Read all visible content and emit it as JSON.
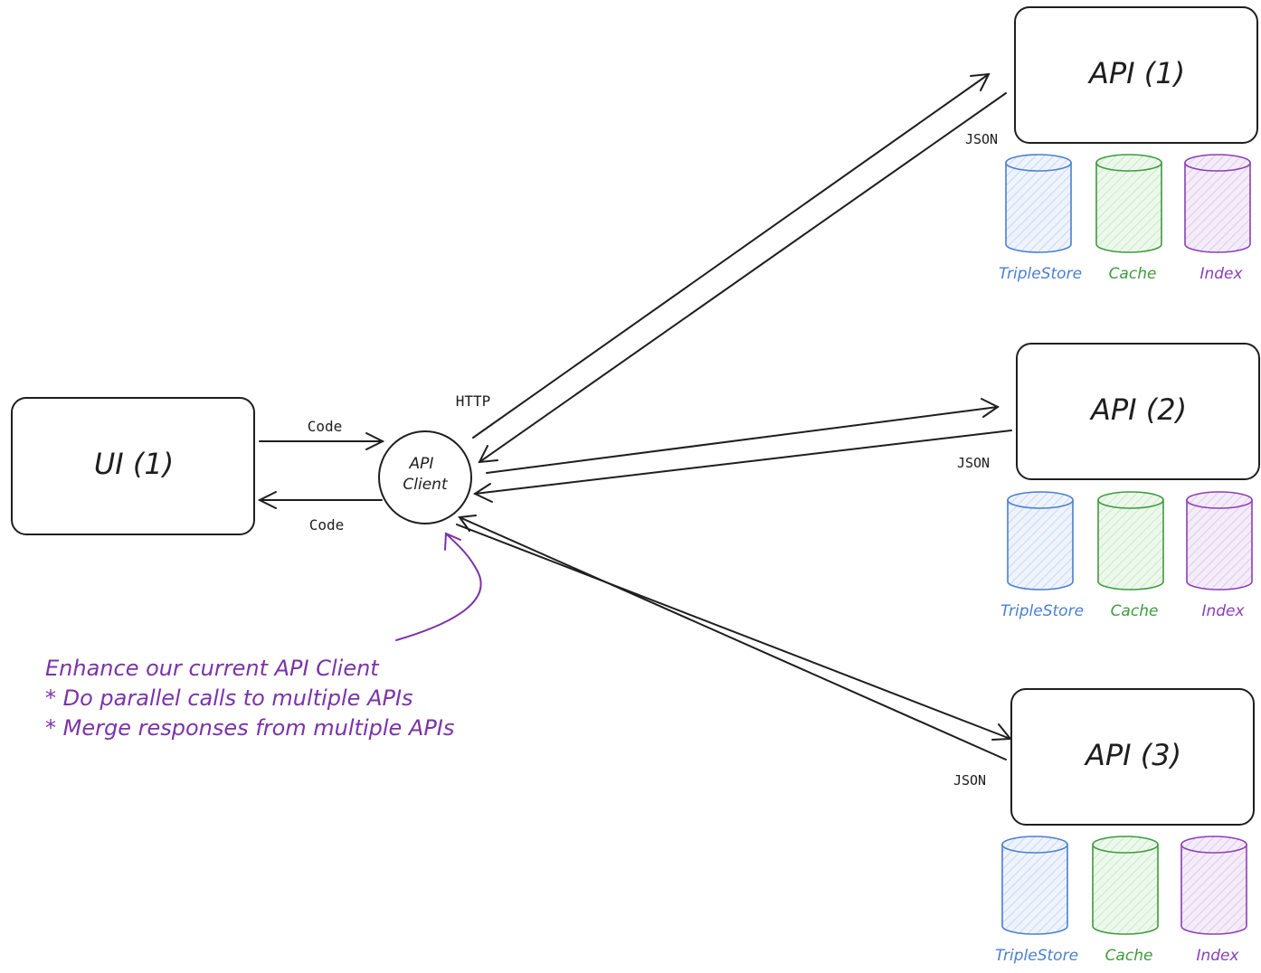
{
  "colors": {
    "stroke": "#1e1e1e",
    "triplestore": "#4a7fd0",
    "triplestore_fill": "#e7eefb",
    "cache": "#3e9a3e",
    "cache_fill": "#e4f4e2",
    "index": "#8a3fb5",
    "index_fill": "#efe4f6",
    "note": "#7b33a8"
  },
  "ui": {
    "label": "UI (1)"
  },
  "client": {
    "line1": "API",
    "line2": "Client"
  },
  "edges": {
    "code_to_client": "Code",
    "code_to_ui": "Code",
    "http": "HTTP"
  },
  "apis": [
    {
      "label": "API (1)",
      "response": "JSON",
      "stores": [
        "TripleStore",
        "Cache",
        "Index"
      ]
    },
    {
      "label": "API (2)",
      "response": "JSON",
      "stores": [
        "TripleStore",
        "Cache",
        "Index"
      ]
    },
    {
      "label": "API (3)",
      "response": "JSON",
      "stores": [
        "TripleStore",
        "Cache",
        "Index"
      ]
    }
  ],
  "note": {
    "lines": [
      "Enhance our current API Client",
      "* Do parallel calls to multiple APIs",
      "* Merge responses from multiple APIs"
    ]
  }
}
